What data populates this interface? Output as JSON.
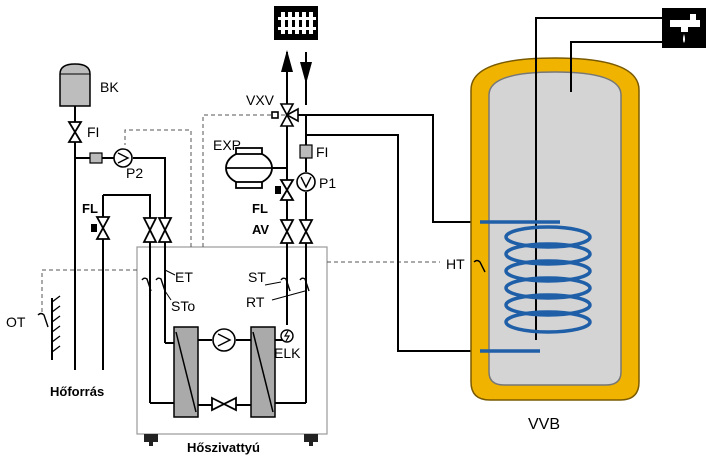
{
  "labels": {
    "bk": "BK",
    "fi_left": "FI",
    "p2": "P2",
    "fl_left": "FL",
    "ot": "OT",
    "hoforras": "Hőforrás",
    "vxv": "VXV",
    "exp": "EXP",
    "fi_mid": "FI",
    "p1": "P1",
    "fl_mid": "FL",
    "av": "AV",
    "et": "ET",
    "sto": "STo",
    "st": "ST",
    "rt": "RT",
    "elk": "ELK",
    "hoszivattyu": "Hőszivattyú",
    "ht": "HT",
    "vvb": "VVB"
  },
  "icons": [
    "radiator-icon",
    "tap-icon",
    "pump-icon",
    "valve-icon",
    "three-way-valve-icon",
    "expansion-vessel-icon",
    "sensor-icon",
    "heat-exchanger-icon",
    "compressor-icon",
    "expansion-valve-icon",
    "electric-heater-icon"
  ],
  "colors": {
    "tank_shell": "#f0b400",
    "tank_inner": "#d4d4d4",
    "coil": "#1f5fa8",
    "exchanger": "#aaaaaa",
    "line": "#000000"
  }
}
